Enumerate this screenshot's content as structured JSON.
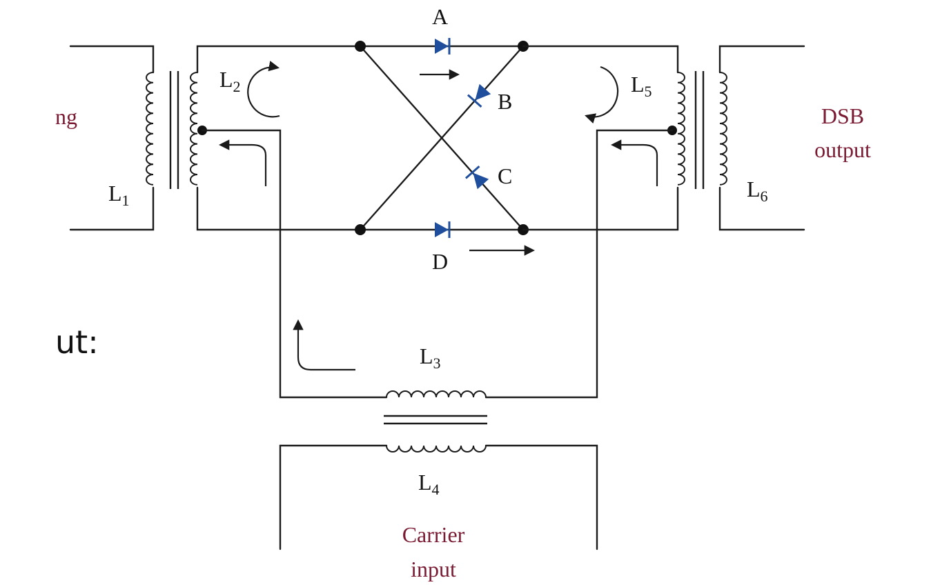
{
  "diagram": {
    "diode_labels": {
      "a": "A",
      "b": "B",
      "c": "C",
      "d": "D"
    },
    "inductors": {
      "l1": {
        "main": "L",
        "sub": "1"
      },
      "l2": {
        "main": "L",
        "sub": "2"
      },
      "l3": {
        "main": "L",
        "sub": "3"
      },
      "l4": {
        "main": "L",
        "sub": "4"
      },
      "l5": {
        "main": "L",
        "sub": "5"
      },
      "l6": {
        "main": "L",
        "sub": "6"
      }
    },
    "left_cut_label": "ng",
    "left_cut_text": "ut:",
    "output_label": [
      "DSB",
      "output"
    ],
    "carrier_label": [
      "Carrier",
      "input"
    ],
    "colors": {
      "diode": "#1f4e9c",
      "label_red": "#7a1a33",
      "wire": "#1a1a1a"
    }
  }
}
